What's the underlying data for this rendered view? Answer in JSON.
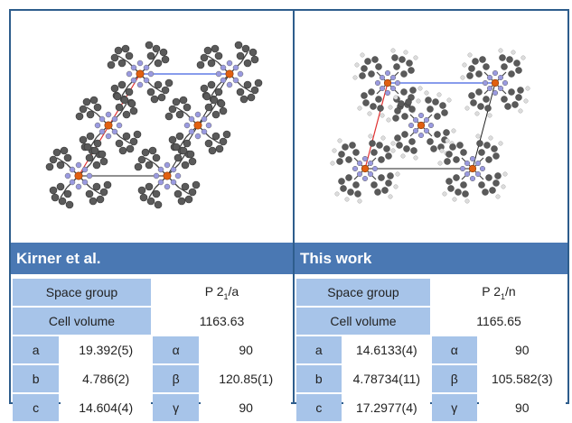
{
  "left_panel": {
    "title": "Kirner et al.",
    "rows": {
      "space_group_label": "Space group",
      "space_group_prefix": "P 2",
      "space_group_sub": "1",
      "space_group_suffix": "/a",
      "cell_volume_label": "Cell volume",
      "cell_volume_value": "1163.63",
      "a_label": "a",
      "a_value": "19.392(5)",
      "alpha_label": "α",
      "alpha_value": "90",
      "b_label": "b",
      "b_value": "4.786(2)",
      "beta_label": "β",
      "beta_value": "120.85(1)",
      "c_label": "c",
      "c_value": "14.604(4)",
      "gamma_label": "γ",
      "gamma_value": "90"
    }
  },
  "right_panel": {
    "title": "This work",
    "rows": {
      "space_group_label": "Space group",
      "space_group_prefix": "P 2",
      "space_group_sub": "1",
      "space_group_suffix": "/n",
      "cell_volume_label": "Cell volume",
      "cell_volume_value": "1165.65",
      "a_label": "a",
      "a_value": "14.6133(4)",
      "alpha_label": "α",
      "alpha_value": "90",
      "b_label": "b",
      "b_value": "4.78734(11)",
      "beta_label": "β",
      "beta_value": "105.582(3)",
      "c_label": "c",
      "c_value": "17.2977(4)",
      "gamma_label": "γ",
      "gamma_value": "90"
    }
  },
  "colors": {
    "header_bg": "#4a78b3",
    "label_cell_bg": "#a7c4e9",
    "border": "#2e5d8c",
    "carbon_atom": "#5a5a5a",
    "nitrogen_atom": "#9a9ae0",
    "metal_atom": "#e06010",
    "hydrogen_atom": "#dcdcdc",
    "unit_cell_a_axis": "#e03030",
    "unit_cell_b_axis": "#4060e0",
    "unit_cell_other": "#222222"
  }
}
